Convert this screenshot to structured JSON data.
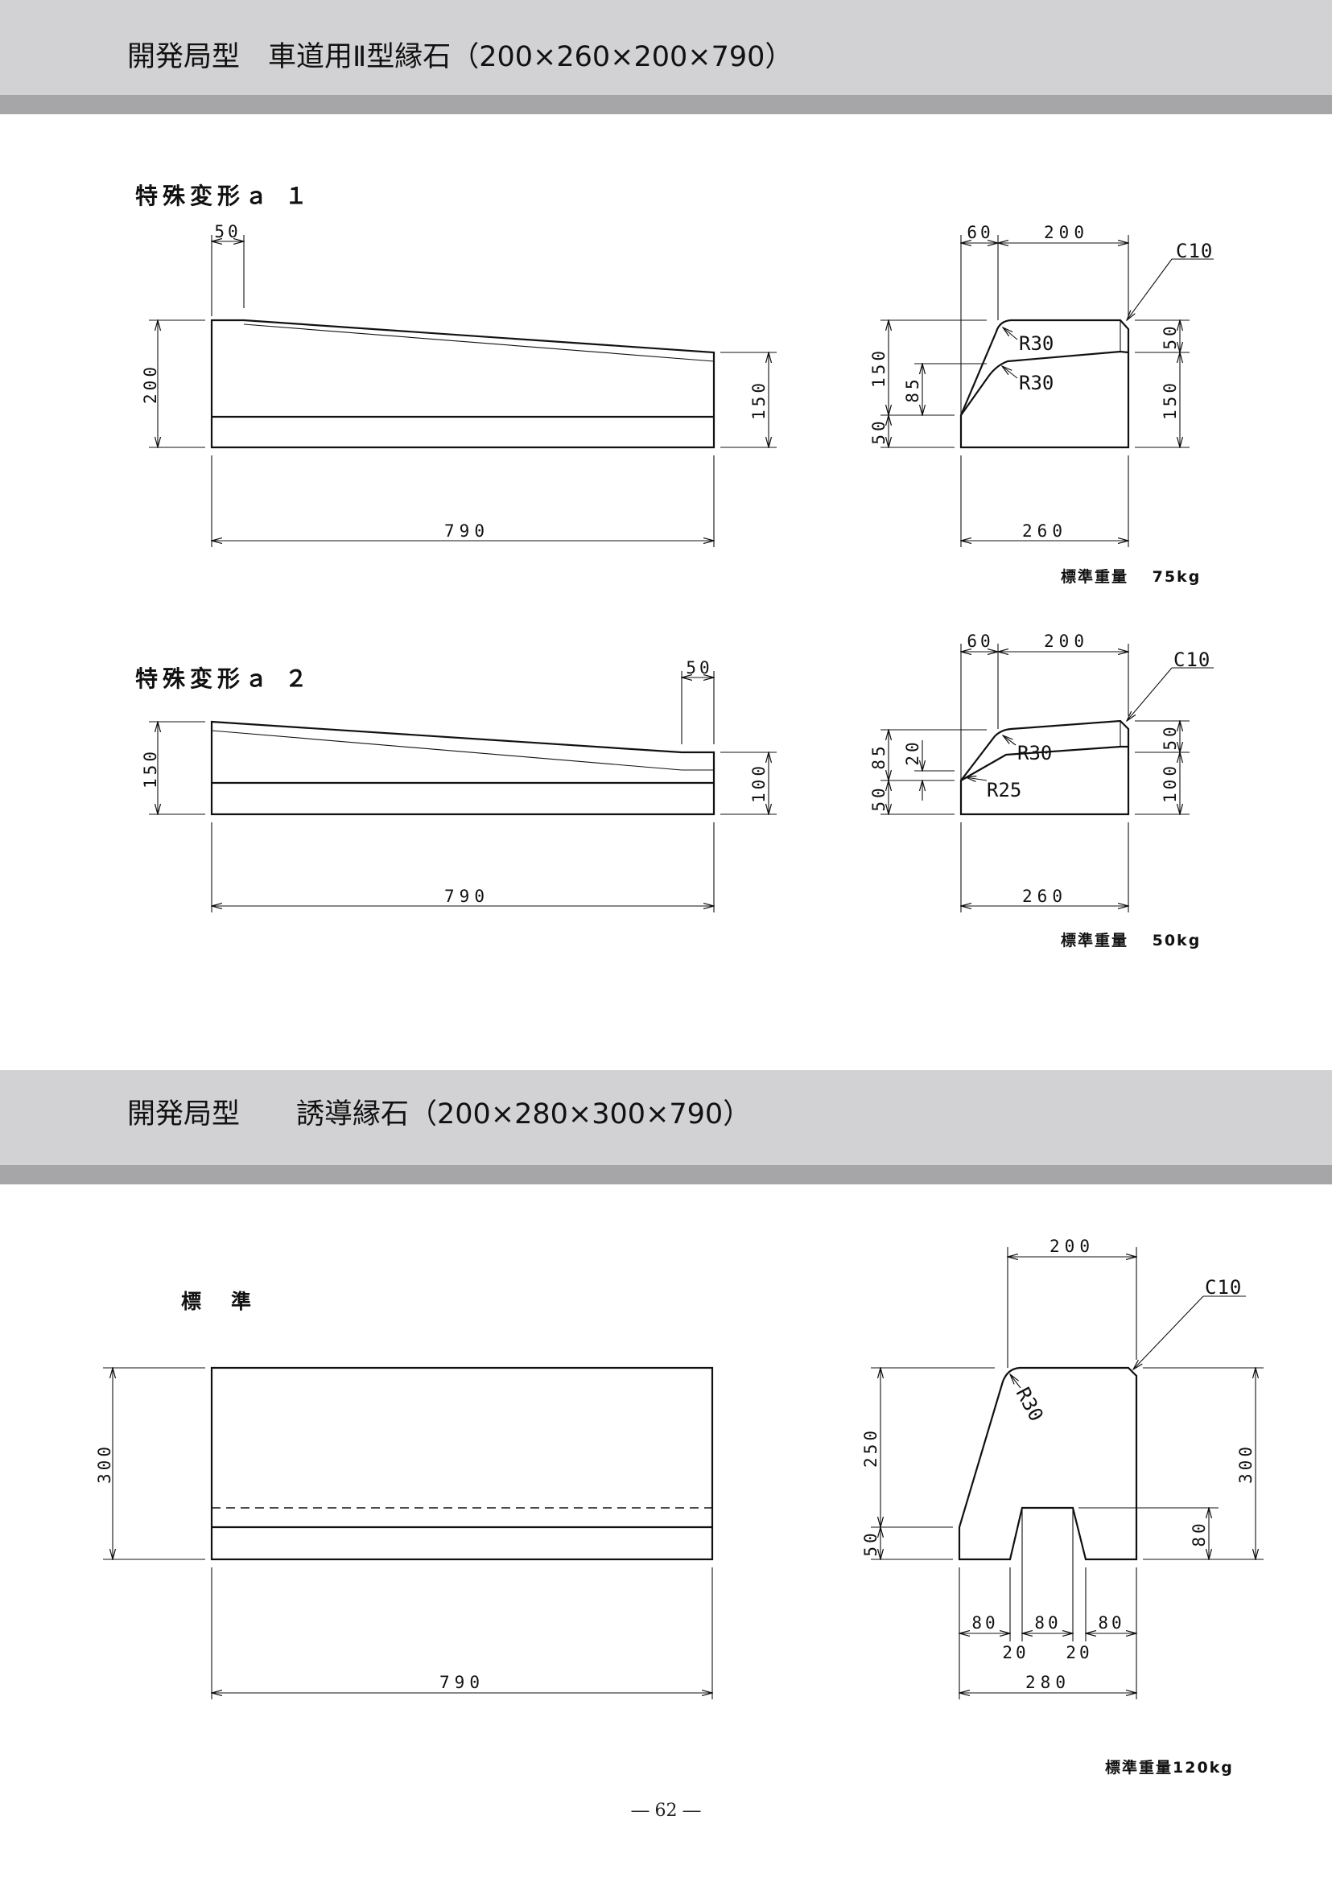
{
  "header1": {
    "title": "開発局型　車道用Ⅱ型縁石（200×260×200×790）"
  },
  "header2": {
    "title": "開発局型　　誘導縁石（200×280×300×790）"
  },
  "section_a1": {
    "label": "特殊変形ａ １",
    "dims": {
      "top_50": "50",
      "left_200": "200",
      "right_150": "150",
      "bottom_790": "790"
    },
    "section": {
      "top_60": "60",
      "top_200": "200",
      "chamfer": "C10",
      "left_150": "150",
      "left_85": "85",
      "left_50": "50",
      "r1": "R30",
      "r2": "R30",
      "right_50": "50",
      "right_150": "150",
      "bottom_260": "260"
    },
    "weight": "標準重量　 75kg"
  },
  "section_a2": {
    "label": "特殊変形ａ ２",
    "dims": {
      "top_50": "50",
      "left_150": "150",
      "right_100": "100",
      "bottom_790": "790"
    },
    "section": {
      "top_60": "60",
      "top_200": "200",
      "chamfer": "C10",
      "left_85": "85",
      "left_20": "20",
      "left_50": "50",
      "r1": "R30",
      "r2": "R25",
      "right_50": "50",
      "right_100": "100",
      "bottom_260": "260"
    },
    "weight": "標準重量　 50kg"
  },
  "section_std": {
    "label": "標　準",
    "dims": {
      "left_300": "300",
      "bottom_790": "790"
    },
    "section": {
      "top_200": "200",
      "chamfer": "C10",
      "r1": "R30",
      "left_250": "250",
      "left_50": "50",
      "right_300": "300",
      "right_80": "80",
      "b80a": "80",
      "b80b": "80",
      "b80c": "80",
      "b20a": "20",
      "b20b": "20",
      "bottom_280": "280"
    },
    "weight": "標準重量120kg"
  },
  "page_number": "― 62 ―"
}
